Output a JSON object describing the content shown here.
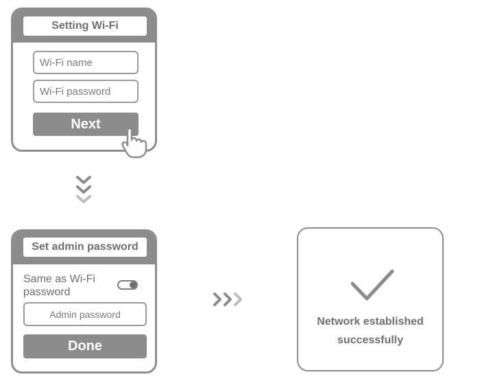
{
  "wifi_card": {
    "title": "Setting Wi-Fi",
    "name_placeholder": "Wi-Fi name",
    "password_placeholder": "Wi-Fi password",
    "next_label": "Next"
  },
  "admin_card": {
    "title": "Set admin password",
    "same_as_label_line1": "Same as Wi-Fi",
    "same_as_label_line2": "password",
    "toggle_on": true,
    "admin_placeholder": "Admin password",
    "done_label": "Done"
  },
  "success_card": {
    "line1": "Network established",
    "line2": "successfully"
  },
  "icons": {
    "tap": "hand-pointer-icon",
    "down_arrows": "chevrons-down-icon",
    "right_arrows": "chevrons-right-icon",
    "success": "checkmark-icon"
  },
  "colors": {
    "primary_gray": "#8c8c8c",
    "text_gray": "#6f6f6f",
    "light_arrow": "#bdbdbd"
  }
}
